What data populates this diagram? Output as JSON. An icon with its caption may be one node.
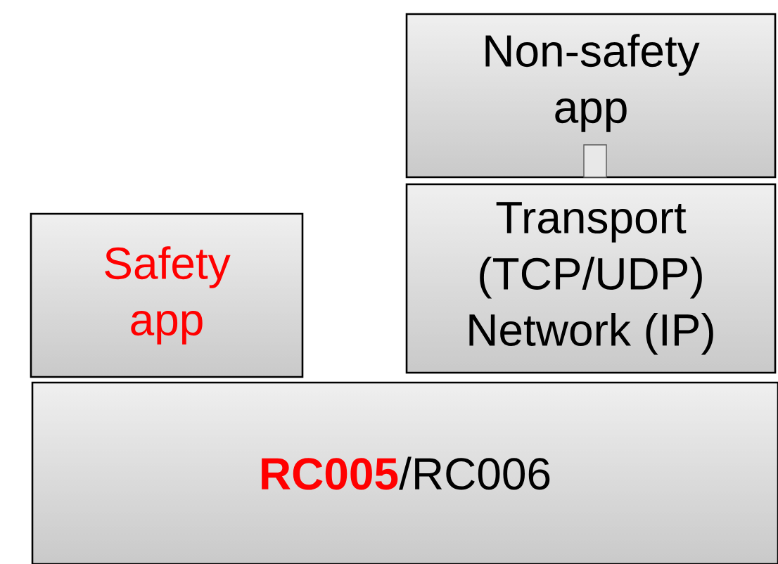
{
  "diagram": {
    "nodes": [
      {
        "text": [
          "Non-safety app"
        ]
      },
      {
        "text": [],
        "shape": "box",
        "in": 0
      },
      {
        "text": [
          "Transport (TCP/UDP) Network (IP)"
        ]
      },
      {
        "text": [
          "Safety app"
        ]
      },
      {
        "text": [
          "RC005",
          "/RC006"
        ]
      }
    ]
  }
}
